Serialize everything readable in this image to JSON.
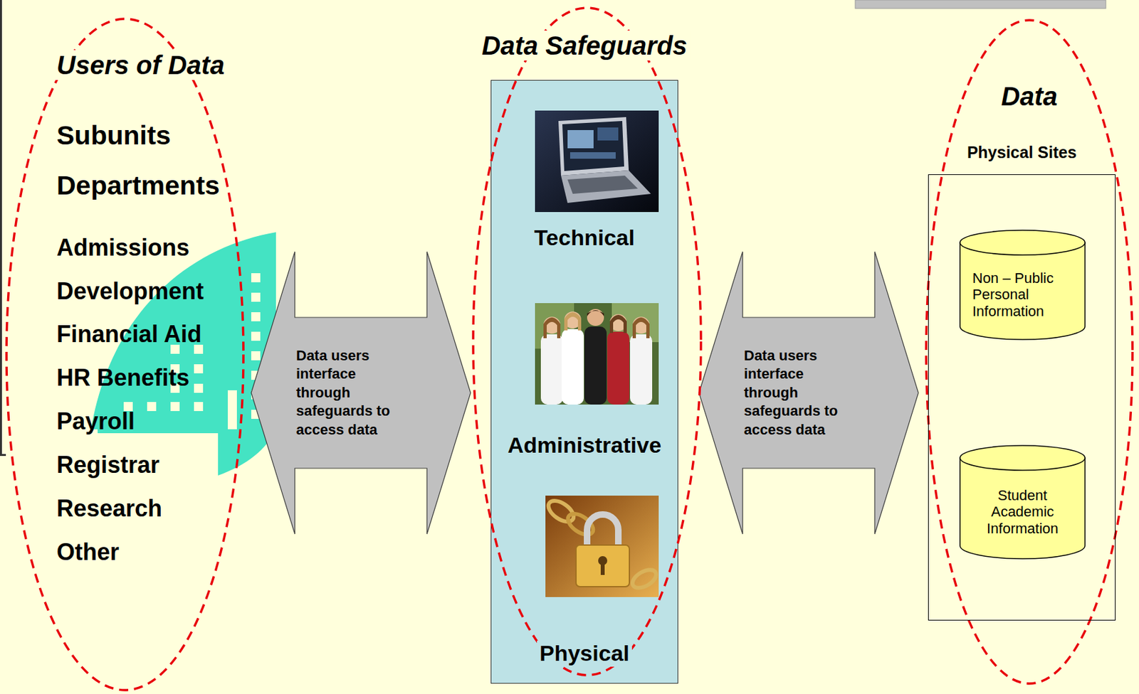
{
  "diagram": {
    "nodes": [
      {
        "text": [
          "Users of Data",
          "Subunits",
          "Departments",
          "Admissions",
          "Development",
          "Financial Aid",
          "HR Benefits",
          "Payroll",
          "Registrar",
          "Research",
          "Other"
        ]
      },
      {
        "text": [
          "Data Safeguards",
          "Technical",
          "Administrative",
          "Physical"
        ]
      },
      {
        "text": [
          "Data"
        ]
      },
      {
        "text": [
          "Physical Sites"
        ],
        "in": 2
      },
      {
        "text": [
          "Non – Public Personal Information"
        ],
        "in": 3
      },
      {
        "text": [
          "Student Academic Information"
        ],
        "in": 3
      }
    ],
    "edges": [
      {
        "from": 0,
        "to": 1,
        "arrow": "both",
        "label": "Data users interface through safeguards to access data"
      },
      {
        "from": 1,
        "to": 3,
        "arrow": "both",
        "label": "Data users interface through safeguards to access data"
      }
    ]
  }
}
